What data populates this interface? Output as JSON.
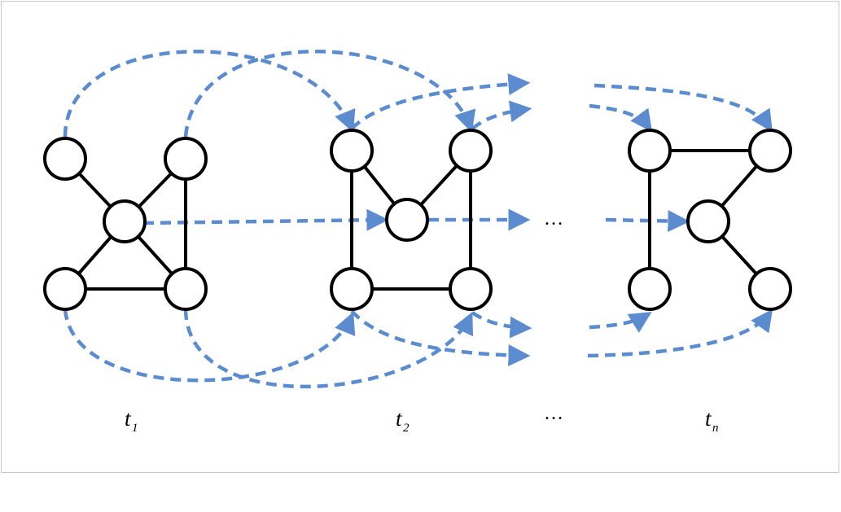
{
  "colors": {
    "arrow": "#5b8ccf",
    "edge": "#000000",
    "node_fill": "#ffffff"
  },
  "labels": {
    "t1": {
      "main": "t",
      "sub": "1"
    },
    "t2": {
      "main": "t",
      "sub": "2"
    },
    "tn": {
      "main": "t",
      "sub": "n"
    },
    "ellipsis_bottom": "…",
    "ellipsis_middle": "…"
  }
}
